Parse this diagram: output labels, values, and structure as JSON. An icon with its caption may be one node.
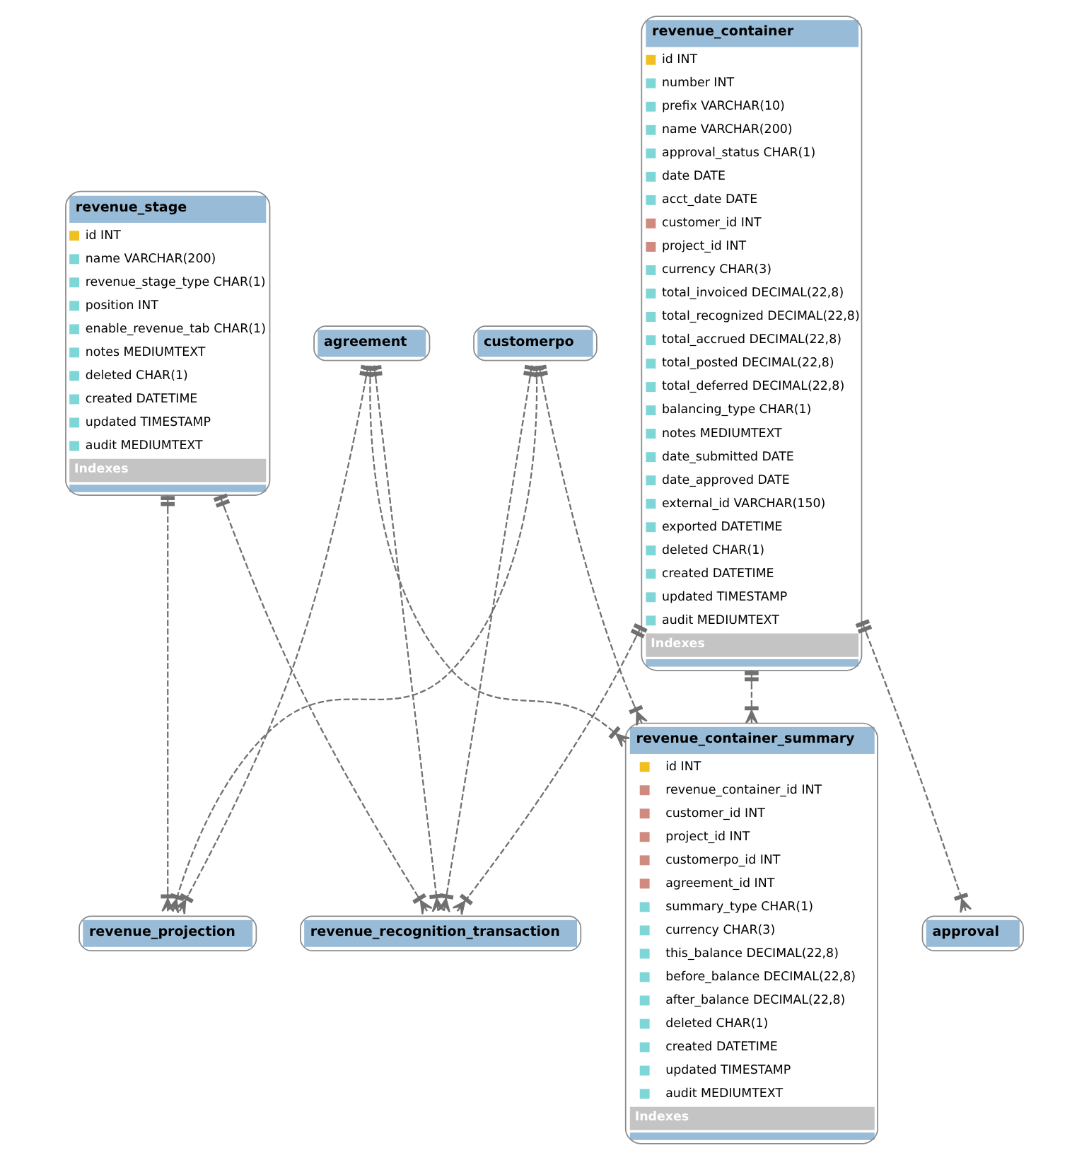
{
  "diagram": {
    "nodes": [
      {
        "text": [
          "revenue_container",
          "id INT",
          "number INT",
          "prefix VARCHAR(10)",
          "name VARCHAR(200)",
          "approval_status CHAR(1)",
          "date DATE",
          "acct_date DATE",
          "customer_id INT",
          "project_id INT",
          "currency CHAR(3)",
          "total_invoiced DECIMAL(22,8)",
          "total_recognized DECIMAL(22,8)",
          "total_accrued DECIMAL(22,8)",
          "total_posted DECIMAL(22,8)",
          "total_deferred DECIMAL(22,8)",
          "balancing_type CHAR(1)",
          "notes MEDIUMTEXT",
          "date_submitted DATE",
          "date_approved DATE",
          "external_id VARCHAR(150)",
          "exported DATETIME",
          "deleted CHAR(1)",
          "created DATETIME",
          "updated TIMESTAMP",
          "audit MEDIUMTEXT",
          "Indexes"
        ]
      },
      {
        "text": [
          "revenue_container_summary",
          "id INT",
          "revenue_container_id INT",
          "customer_id INT",
          "project_id INT",
          "customerpo_id INT",
          "agreement_id INT",
          "summary_type CHAR(1)",
          "currency CHAR(3)",
          "this_balance DECIMAL(22,8)",
          "before_balance DECIMAL(22,8)",
          "after_balance DECIMAL(22,8)",
          "deleted CHAR(1)",
          "created DATETIME",
          "updated TIMESTAMP",
          "audit MEDIUMTEXT",
          "Indexes"
        ]
      },
      {
        "text": [
          "revenue_projection"
        ]
      },
      {
        "text": [
          "customerpo"
        ]
      },
      {
        "text": [
          "agreement"
        ]
      },
      {
        "text": [
          "revenue_stage",
          "id INT",
          "name VARCHAR(200)",
          "revenue_stage_type CHAR(1)",
          "position INT",
          "enable_revenue_tab CHAR(1)",
          "notes MEDIUMTEXT",
          "deleted CHAR(1)",
          "created DATETIME",
          "updated TIMESTAMP",
          "audit MEDIUMTEXT",
          "Indexes"
        ]
      },
      {
        "text": [
          "approval"
        ]
      },
      {
        "text": [
          "revenue_recognition_transaction"
        ]
      }
    ],
    "edges": [
      {
        "from": 0,
        "to": 1,
        "arrow": "other"
      },
      {
        "from": 4,
        "to": 1,
        "arrow": "other"
      },
      {
        "from": 3,
        "to": 1,
        "arrow": "other"
      },
      {
        "from": 3,
        "to": 2,
        "arrow": "other"
      },
      {
        "from": 4,
        "to": 2,
        "arrow": "other"
      },
      {
        "from": 5,
        "to": 2,
        "arrow": "other"
      },
      {
        "from": 0,
        "to": 6,
        "arrow": "other"
      },
      {
        "from": 0,
        "to": 7,
        "arrow": "other"
      },
      {
        "from": 4,
        "to": 7,
        "arrow": "other"
      },
      {
        "from": 5,
        "to": 7,
        "arrow": "other"
      },
      {
        "from": 3,
        "to": 7,
        "arrow": "other"
      }
    ]
  }
}
